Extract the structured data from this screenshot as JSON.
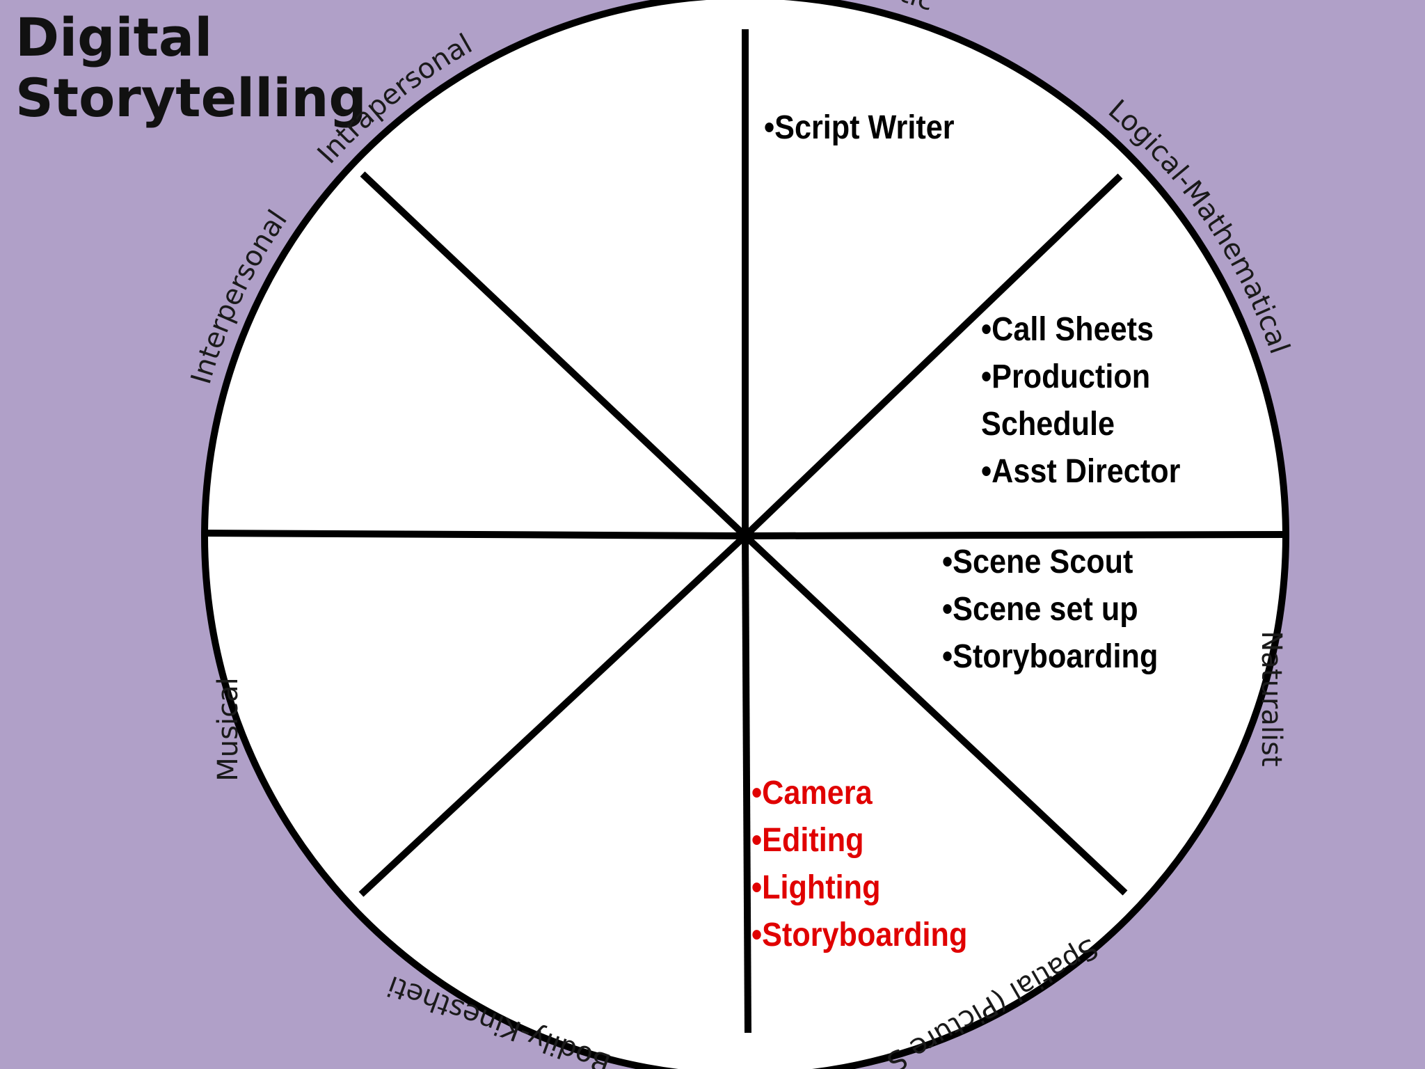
{
  "title": {
    "line1": "Digital",
    "line2": "Storytelling"
  },
  "wheel": {
    "segments": [
      {
        "key": "linguistic",
        "label": "Linguistic",
        "items": [
          "Script Writer"
        ]
      },
      {
        "key": "logical",
        "label": "Logical-Mathematical",
        "items": [
          "Call Sheets",
          "Production Schedule",
          "Asst Director"
        ]
      },
      {
        "key": "naturalist",
        "label": "Naturalist",
        "items": [
          "Scene Scout",
          "Scene set up",
          "Storyboarding"
        ]
      },
      {
        "key": "spatial",
        "label": "Spatial (Picture S",
        "items": [
          "Camera",
          "Editing",
          "Lighting",
          "Storyboarding"
        ]
      },
      {
        "key": "bodily",
        "label": "Bodily-Kinestheti",
        "items": []
      },
      {
        "key": "musical",
        "label": "Musical",
        "items": []
      },
      {
        "key": "interpersonal",
        "label": "Interpersonal",
        "items": []
      },
      {
        "key": "intrapersonal",
        "label": "Intrapersonal",
        "items": []
      }
    ]
  },
  "colors": {
    "background": "#b0a0c8",
    "wheel_fill": "#ffffff",
    "lines": "#000000",
    "text": "#000000",
    "highlight": "#e00000"
  }
}
